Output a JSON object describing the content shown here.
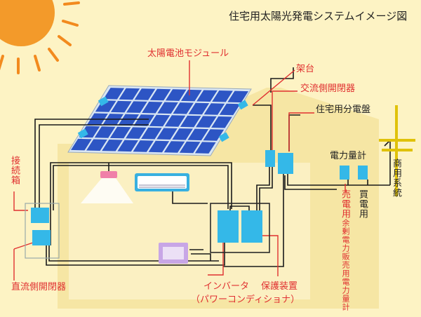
{
  "title": "住宅用太陽光発電システムイメージ図",
  "labels": {
    "solar_module": "太陽電池モジュール",
    "mount": "架台",
    "ac_breaker": "交流側開閉器",
    "distribution_board": "住宅用分電盤",
    "junction_box": "接続箱",
    "dc_breaker": "直流側開閉器",
    "meter": "電力量計",
    "sell_power": "売電用",
    "sell_note": "余剰電力販売用電力量計",
    "buy_power": "買電用",
    "grid": "商用系統",
    "inverter": "インバータ",
    "power_conditioner": "（パワーコンディショナ）",
    "protection": "保護装置"
  },
  "colors": {
    "sky": "#fdf3c4",
    "house": "#f6e6a4",
    "sun": "#f28a1e",
    "panel": "#2d55c4",
    "device": "#34b8e8",
    "label_red": "#e03030",
    "pole": "#e0c20a"
  }
}
